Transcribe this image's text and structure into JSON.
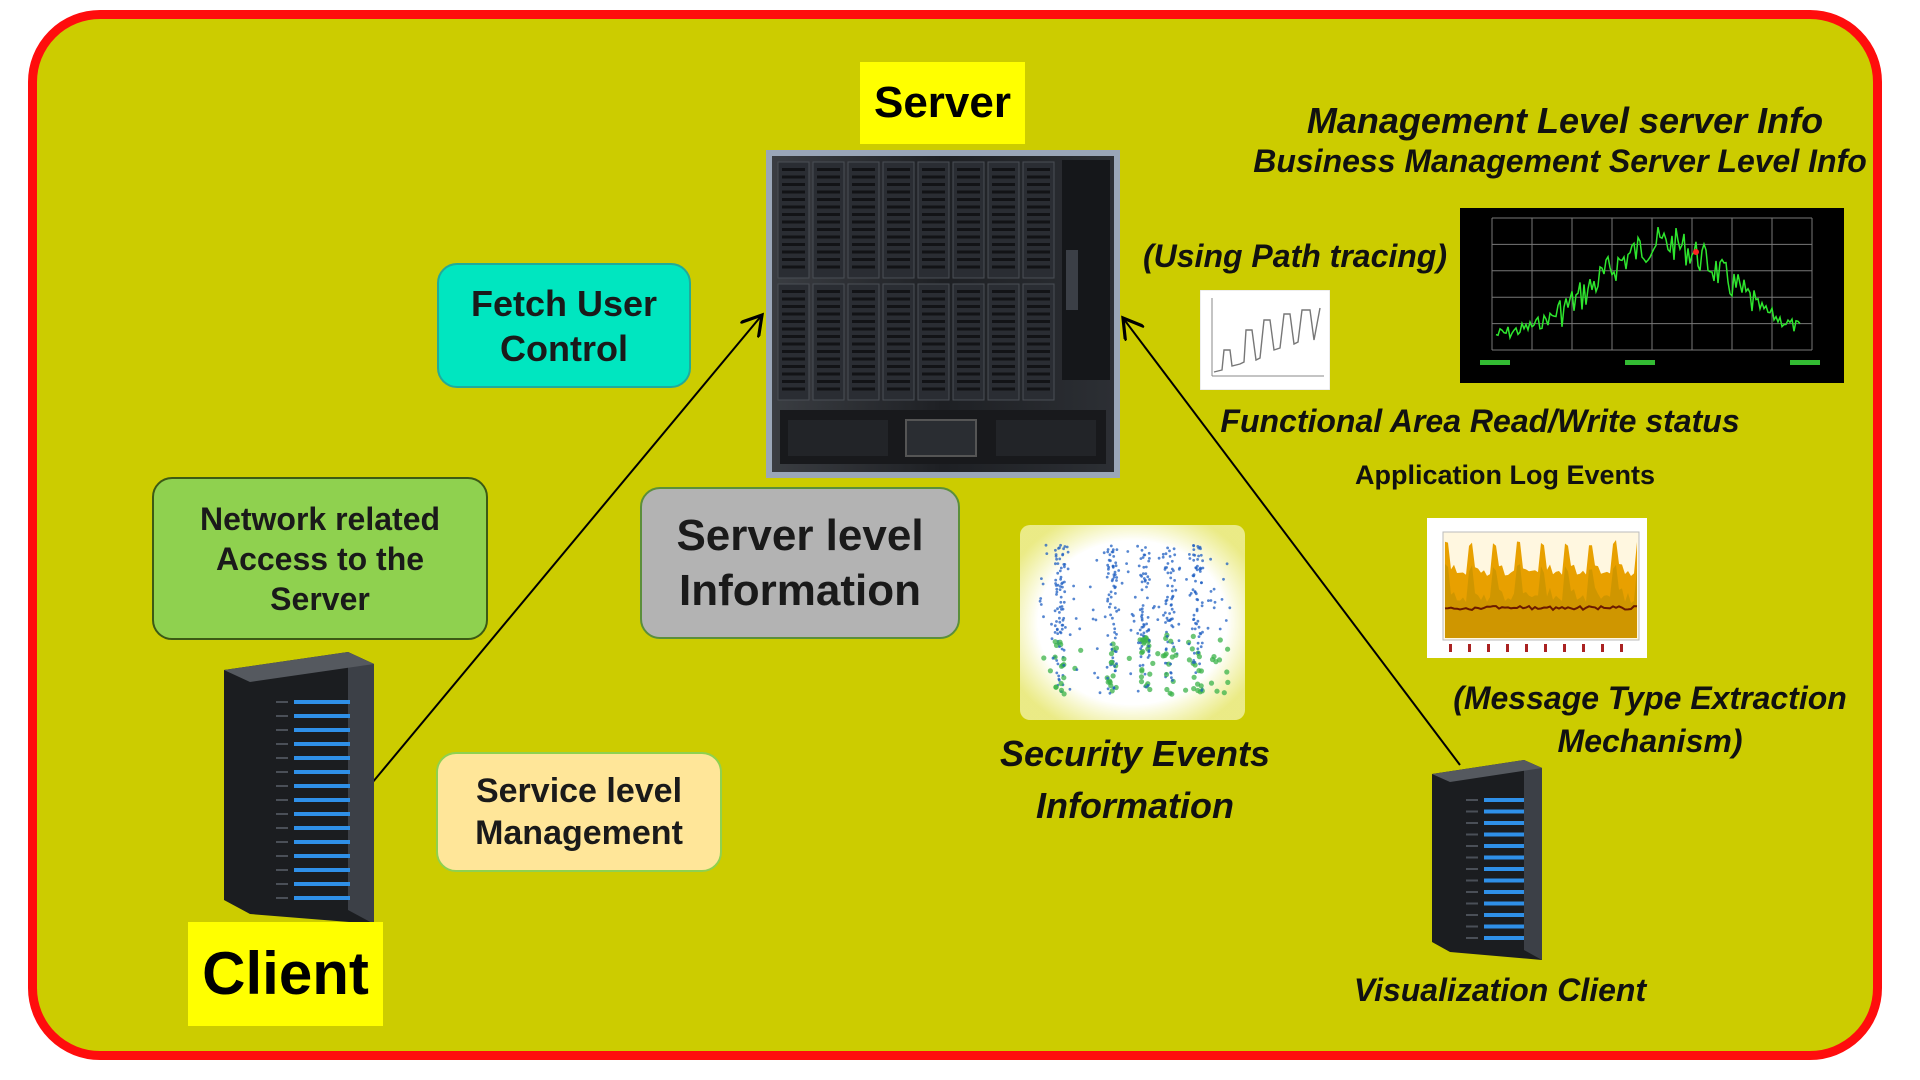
{
  "labels": {
    "server": "Server",
    "client": "Client",
    "fetch_user_control": "Fetch User Control",
    "network_access": "Network related Access to the Server",
    "server_level_info": "Server level Information",
    "service_level_mgmt": "Service level Management",
    "management_level": "Management Level server Info",
    "business_management": "Business Management Server Level Info",
    "path_tracing": "(Using Path tracing)",
    "functional_area": "Functional Area Read/Write status",
    "app_log_events": "Application Log Events",
    "message_type_extraction": "(Message Type Extraction Mechanism)",
    "security_events": "Security Events Information",
    "visualization_client": "Visualization Client"
  },
  "icons": {
    "server": "blade-server-rack-icon",
    "client": "tower-server-icon",
    "visualization_client": "tower-server-icon"
  },
  "colors": {
    "background": "#cccc00",
    "border": "#ff0d0d",
    "highlight": "#ffff00",
    "fetch_box": "#00e6c0",
    "network_box": "#8fd14f",
    "server_info_box": "#b3b3b3",
    "service_box": "#ffe699"
  }
}
